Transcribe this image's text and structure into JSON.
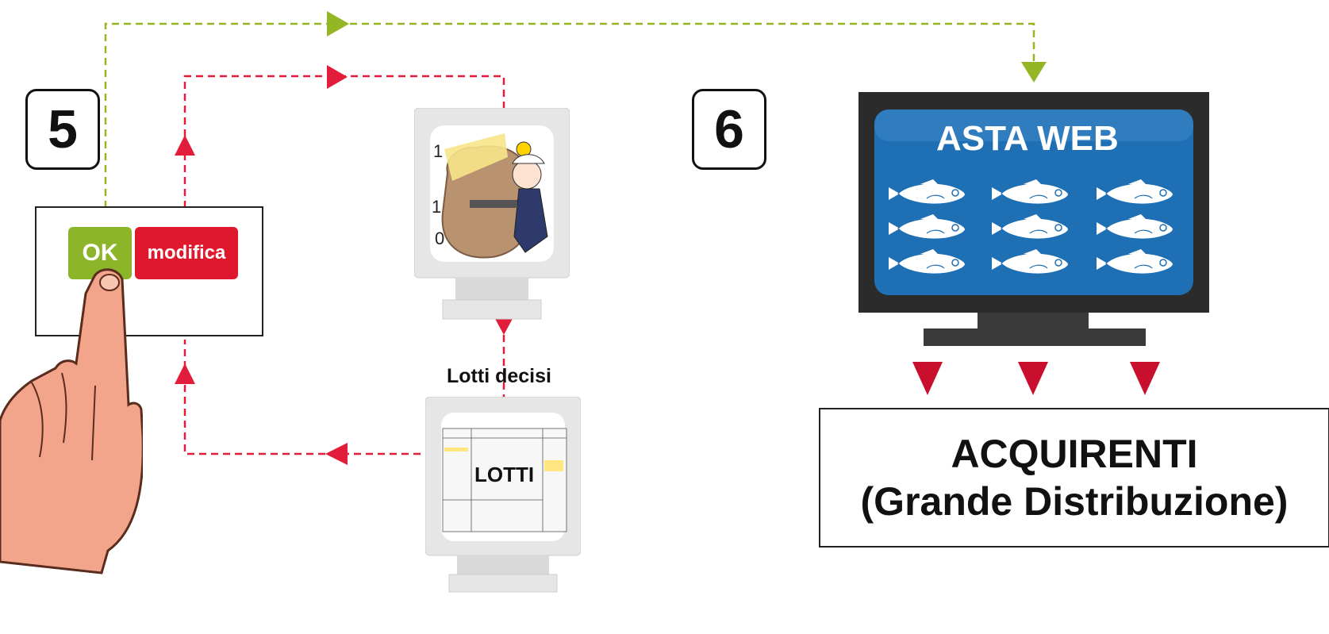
{
  "steps": {
    "step5": "5",
    "step6": "6"
  },
  "buttons": {
    "ok": "OK",
    "modify": "modifica"
  },
  "screens": {
    "lots_caption": "Lotti decisi",
    "lots_screen_text": "LOTTI",
    "tv_title": "ASTA WEB"
  },
  "buyers": {
    "line1": "ACQUIRENTI",
    "line2": "(Grande Distribuzione)"
  },
  "colors": {
    "green_flow": "#95b624",
    "red_flow": "#e21d3c",
    "ok_button": "#8db52a",
    "modify_button": "#e0182d",
    "tv_screen": "#1e6fb3",
    "arrow_down": "#c8102e",
    "skin": "#f3a58c"
  },
  "icons": [
    "hand-pointer-icon",
    "computer-monitor-icon",
    "miner-illustration",
    "fish-icon",
    "down-triangle-icon",
    "arrow-head-icon"
  ]
}
